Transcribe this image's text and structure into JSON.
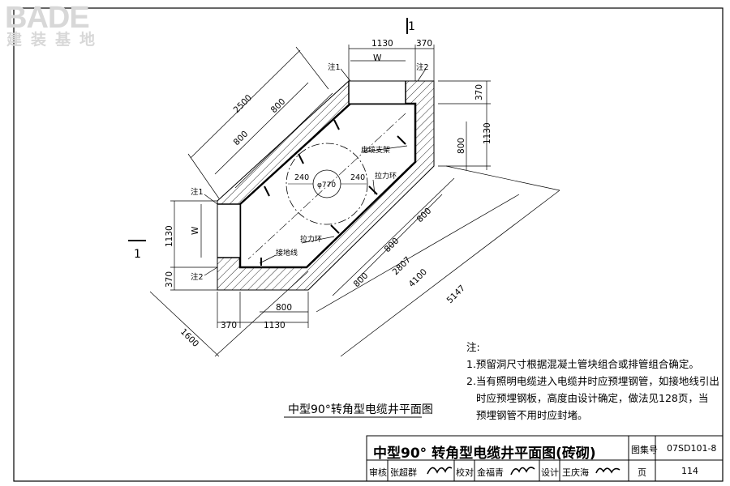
{
  "watermark": {
    "brand": "BADE",
    "subtitle": "建装基地"
  },
  "section_mark": {
    "top": "1",
    "left": "1"
  },
  "dims": {
    "top_width": "1130",
    "top_right": "370",
    "right_upper": "370",
    "right_lower": "1130",
    "right_inner": "800",
    "left_upper": "1130",
    "left_lower": "370",
    "bottom_left": "370",
    "bottom_right": "1130",
    "bottom_inner": "800",
    "ul_outer": "2500",
    "ul_a": "800",
    "ul_b": "800",
    "lr_a": "800",
    "lr_b": "800",
    "lr_c": "800",
    "lr_2807": "2807",
    "lr_4100": "4100",
    "lr_5147": "5147",
    "ll_1600": "1600",
    "w": "W",
    "circle_dia": "φ770",
    "circle_left": "240",
    "circle_right": "240"
  },
  "labels": {
    "note1": "注1",
    "note2": "注2",
    "bracket": "电缆支架",
    "pull_ring": "拉力环",
    "ground_wire": "接地线"
  },
  "caption": "中型90°转角型电缆井平面图",
  "notes": {
    "heading": "注:",
    "line1": "1.预留洞尺寸根据混凝土管块组合或排管组合确定。",
    "line2": "2.当有照明电缆进入电缆井时应预埋钢管，如接地线引出",
    "line3": "时应预埋钢板，高度由设计确定，做法见128页，当",
    "line4": "预埋钢管不用时应封堵。"
  },
  "title_block": {
    "title": "中型90° 转角型电缆井平面图(砖砌)",
    "atlas_label": "图集号",
    "atlas_no": "07SD101-8",
    "review_label": "审核",
    "review_name": "张超群",
    "check_label": "校对",
    "check_name": "金福青",
    "design_label": "设计",
    "design_name": "王庆海",
    "page_label": "页",
    "page_no": "114"
  }
}
